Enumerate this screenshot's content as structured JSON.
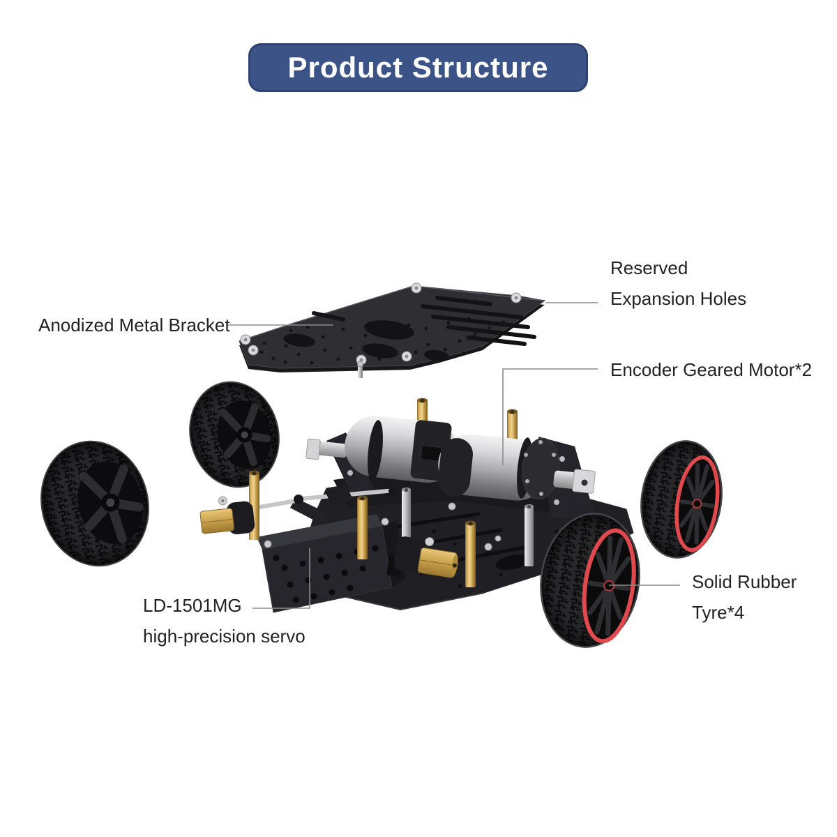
{
  "header": {
    "title": "Product Structure"
  },
  "labels": {
    "bracket": "Anodized Metal Bracket",
    "expansion_line1": "Reserved",
    "expansion_line2": "Expansion Holes",
    "motor": "Encoder Geared Motor*2",
    "servo_line1": "LD-1501MG",
    "servo_line2": "high-precision servo",
    "tyre_line1": "Solid Rubber",
    "tyre_line2": "Tyre*4"
  },
  "theme": {
    "badge_bg": "#3b5387",
    "badge_border": "#2e4070",
    "badge_text": "#ffffff",
    "label_text": "#222222",
    "leader_line": "#8c8c8c",
    "rim_red": "#e04a4e",
    "page_bg": "#ffffff"
  }
}
